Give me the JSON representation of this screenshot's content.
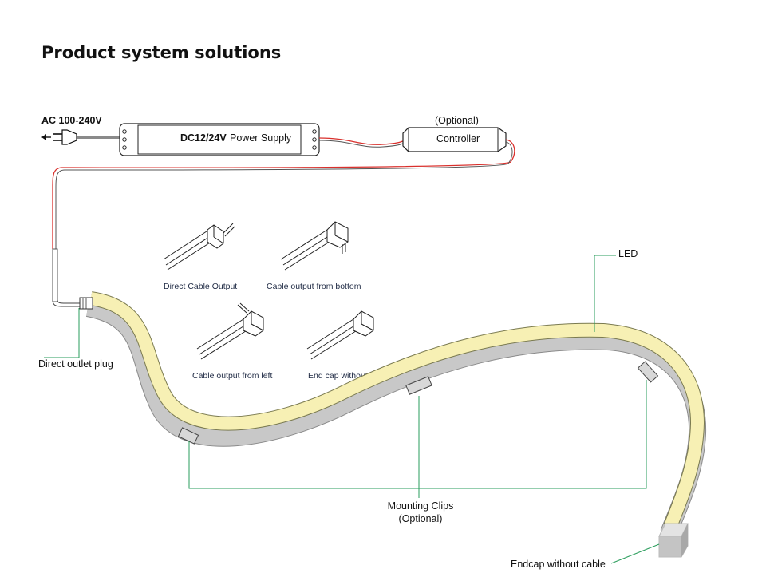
{
  "title": "Product system solutions",
  "input_label": "AC 100-240V",
  "power_supply": {
    "voltage": "DC12/24V",
    "label": "Power Supply"
  },
  "controller": {
    "optional_label": "(Optional)",
    "label": "Controller"
  },
  "outputs": [
    {
      "label": "Direct Cable Output"
    },
    {
      "label": "Cable output from bottom"
    },
    {
      "label": "Cable output from left"
    },
    {
      "label": "End cap without hole"
    }
  ],
  "callouts": {
    "led": "LED",
    "direct_plug": "Direct outlet plug",
    "mounting_clips": "Mounting Clips",
    "mounting_optional": "(Optional)",
    "endcap": "Endcap without cable"
  },
  "colors": {
    "strip_top": "#f7f0b4",
    "strip_side": "#c8c8c8",
    "callout_line": "#2a9d5c",
    "wire_red": "#d9302c"
  }
}
